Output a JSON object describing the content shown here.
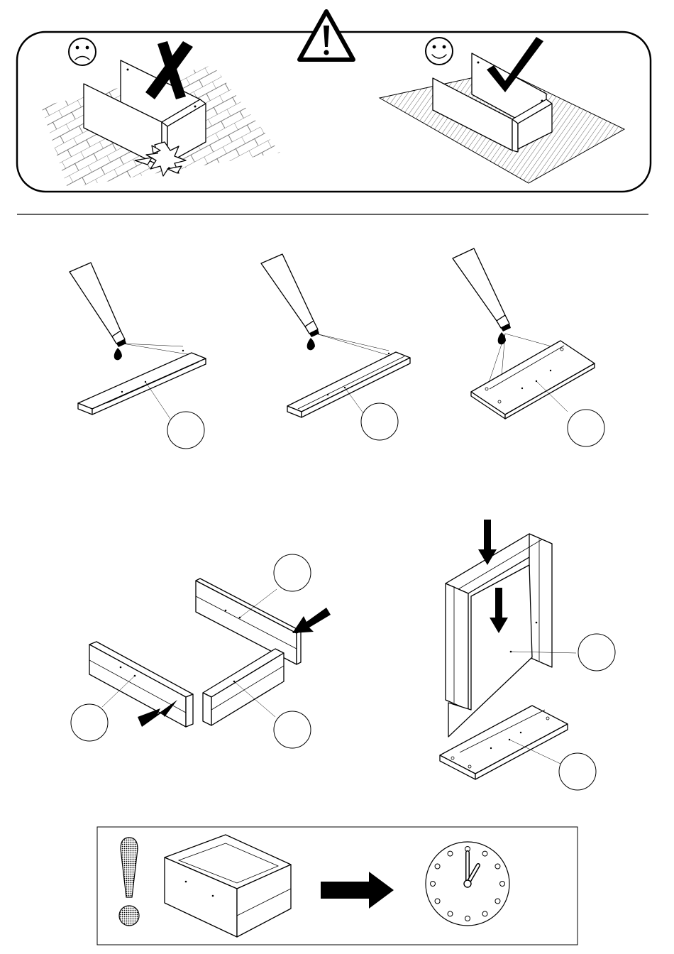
{
  "page": {
    "title": "",
    "steps": [
      {
        "id": "warning",
        "label": ""
      },
      {
        "id": "glue-1",
        "label": ""
      },
      {
        "id": "glue-2",
        "label": ""
      },
      {
        "id": "glue-3",
        "label": ""
      },
      {
        "id": "assemble-frame",
        "label": ""
      },
      {
        "id": "insert-back",
        "label": ""
      },
      {
        "id": "drying-notice",
        "label": ""
      }
    ]
  },
  "icons": {
    "warning": "warning-triangle-icon",
    "sad": "sad-face-icon",
    "happy": "happy-face-icon",
    "wrong": "cross-mark-icon",
    "right": "check-mark-icon",
    "glue": "glue-tube-icon",
    "arrow": "push-arrow-icon",
    "exclamation": "exclamation-icon",
    "clock": "clock-icon"
  },
  "clock": {
    "hour_hand_points_to": 1,
    "minute_hand_points_to": 12
  },
  "colors": {
    "ink": "#000000",
    "paper": "#ffffff"
  }
}
